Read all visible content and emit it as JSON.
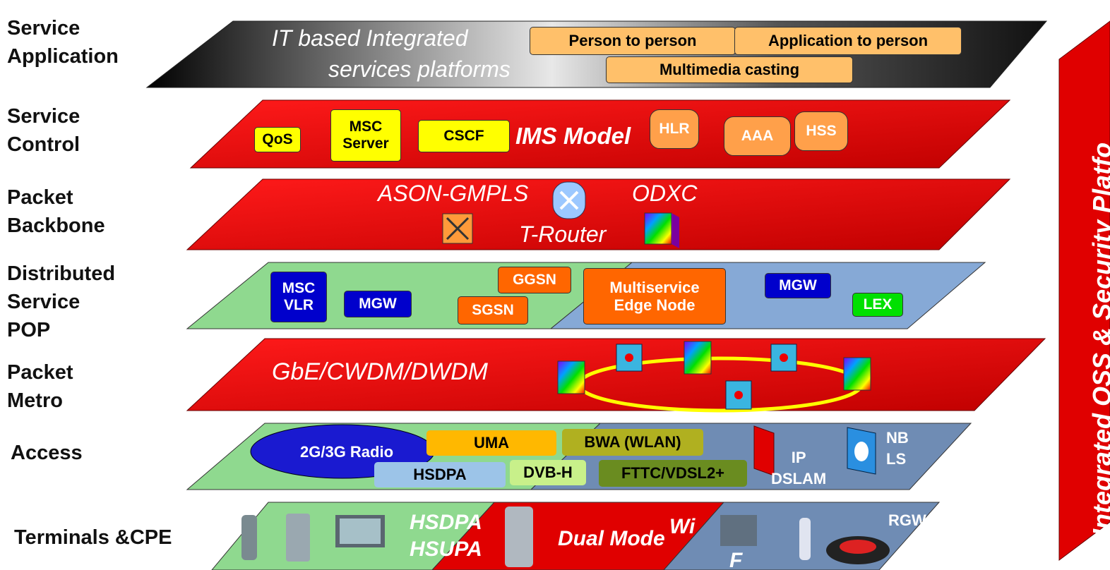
{
  "colors": {
    "red": "#e00000",
    "green": "#8fd98f",
    "blue_grey": "#6f8cb4",
    "orange_box": "#ffb55a",
    "yellow_box": "#ffff00",
    "blue_box": "#0000cc",
    "orange_node": "#ff6600",
    "lime": "#00e000"
  },
  "layers": [
    {
      "label": "Service\nApplication"
    },
    {
      "label": "Service\nControl"
    },
    {
      "label": "Packet\nBackbone"
    },
    {
      "label": "Distributed\nService\nPOP"
    },
    {
      "label": "Packet\nMetro"
    },
    {
      "label": "Access"
    },
    {
      "label": "Terminals &CPE"
    }
  ],
  "service_application": {
    "platform_text_line1": "IT based Integrated",
    "platform_text_line2": "services platforms",
    "boxes": [
      "Person to person",
      "Application to person",
      "Multimedia casting"
    ]
  },
  "service_control": {
    "qos": "QoS",
    "msc_server": "MSC\nServer",
    "cscf": "CSCF",
    "ims_model": "IMS Model",
    "hlr": "HLR",
    "aaa": "AAA",
    "hss": "HSS"
  },
  "packet_backbone": {
    "ason": "ASON-GMPLS",
    "odxc": "ODXC",
    "t_router": "T-Router"
  },
  "distributed_pop": {
    "msc_vlr": "MSC\nVLR",
    "mgw_left": "MGW",
    "ggsn": "GGSN",
    "sgsn": "SGSN",
    "multiservice": "Multiservice\nEdge Node",
    "mgw_right": "MGW",
    "lex": "LEX"
  },
  "packet_metro": {
    "text": "GbE/CWDM/DWDM"
  },
  "access": {
    "radio": "2G/3G Radio",
    "uma": "UMA",
    "bwa": "BWA (WLAN)",
    "hsdpa": "HSDPA",
    "dvbh": "DVB-H",
    "fttc": "FTTC/VDSL2+",
    "ip_dslam": "IP\nDSLAM",
    "nb_ls": "NB\nLS"
  },
  "terminals": {
    "hsdpa_hsupa": "HSDPA\nHSUPA",
    "dual_mode": "Dual Mode",
    "wi": "Wi",
    "f": "F",
    "rgw": "RGW"
  },
  "side_banner": "Integrated OSS & Security Platfo"
}
